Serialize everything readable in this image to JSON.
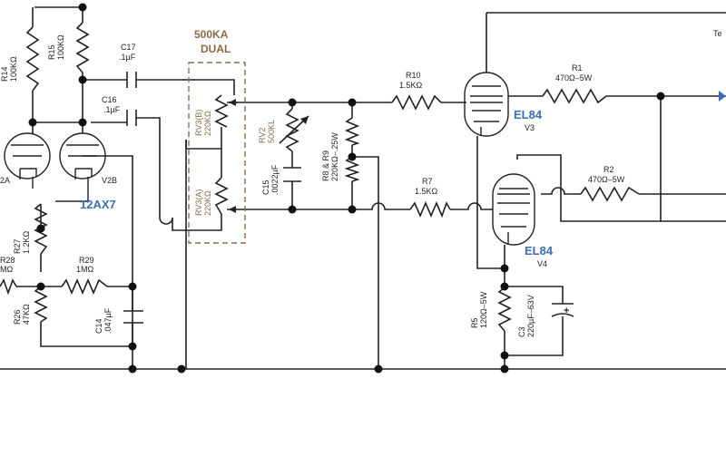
{
  "labels": {
    "r14": [
      "R14",
      "100KΩ"
    ],
    "r15": [
      "R15",
      "100KΩ"
    ],
    "c17": [
      "C17",
      ".1µF"
    ],
    "c16": [
      "C16",
      ".1µF"
    ],
    "ka_title": "500KA",
    "ka_dual": "DUAL",
    "rv3b": [
      "RV3(B)",
      "220KΩ"
    ],
    "rv3a": [
      "RV3(A)",
      "220KΩ"
    ],
    "rv2": [
      "RV2",
      "500KL"
    ],
    "c15": [
      "C15",
      ".0022µF"
    ],
    "r8r9": [
      "R8 & R9",
      "220KΩ–.25W"
    ],
    "r10": [
      "R10",
      "1.5KΩ"
    ],
    "r7": [
      "R7",
      "1.5KΩ"
    ],
    "r1": [
      "R1",
      "470Ω–5W"
    ],
    "r2": [
      "R2",
      "470Ω–5W"
    ],
    "v3_type": "EL84",
    "v3_name": "V3",
    "v4_type": "EL84",
    "v4_name": "V4",
    "v2a": "2A",
    "v2b": "V2B",
    "v2_type": "12AX7",
    "r27": [
      "R27",
      "1.2KΩ"
    ],
    "r28": [
      "R28",
      "MΩ"
    ],
    "r29": [
      "R29",
      "1MΩ"
    ],
    "r26": [
      "R26",
      "47KΩ"
    ],
    "c14": [
      "C14",
      ".047µF"
    ],
    "r5": [
      "R5",
      "120Ω–5W"
    ],
    "c3": [
      "C3",
      "220µF–63V"
    ],
    "corner": "Te"
  },
  "colors": {
    "wire": "#222222",
    "tube_label": "#3a6fb5",
    "pot_label": "#8b6a4a",
    "output_arrow": "#3a6fb5"
  }
}
